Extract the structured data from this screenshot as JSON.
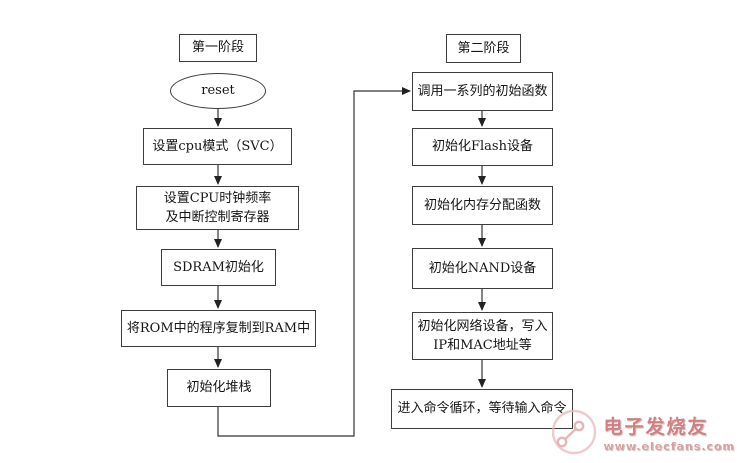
{
  "flowchart": {
    "stage1": {
      "title": "第一阶段",
      "steps": [
        "reset",
        "设置cpu模式（SVC）",
        "设置CPU时钟频率\n及中断控制寄存器",
        "SDRAM初始化",
        "将ROM中的程序复制到RAM中",
        "初始化堆栈"
      ]
    },
    "stage2": {
      "title": "第二阶段",
      "steps": [
        "调用一系列的初始函数",
        "初始化Flash设备",
        "初始化内存分配函数",
        "初始化NAND设备",
        "初始化网络设备，写入\nIP和MAC地址等",
        "进入命令循环，等待输入命令"
      ]
    }
  },
  "watermark": {
    "brand": "电子发烧友",
    "url": "www.elecfans.com",
    "accent_color": "#d47f7f"
  },
  "colors": {
    "background": "#ffffff",
    "line": "#333333",
    "box_border": "#3d3d3d",
    "text": "#161616"
  }
}
